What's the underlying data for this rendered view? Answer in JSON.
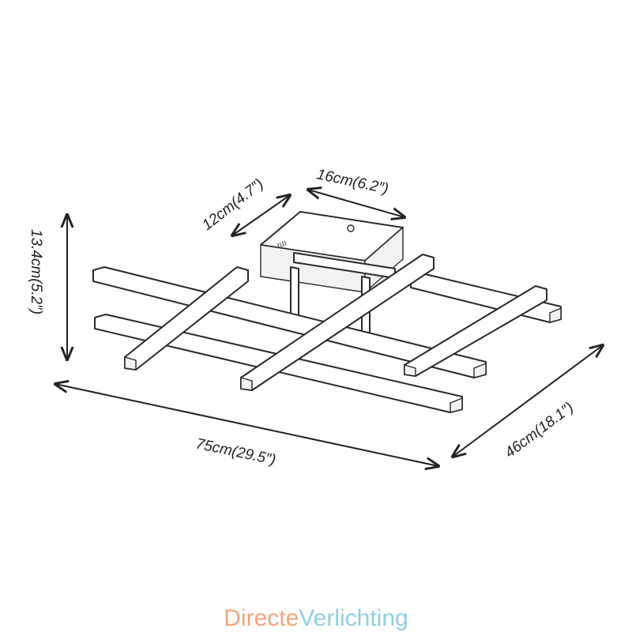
{
  "dimensions": {
    "width": "75cm(29.5″)",
    "depth": "46cm(18.1″)",
    "height": "13.4cm(5.2″)",
    "canopy_width": "16cm(6.2″)",
    "canopy_depth": "12cm(4.7″)"
  },
  "canopy_mark": "ıuı",
  "brand": {
    "part1": "Directe",
    "part2": "Verlichting",
    "color1": "#f5a67a",
    "color2": "#8fd0e6"
  }
}
